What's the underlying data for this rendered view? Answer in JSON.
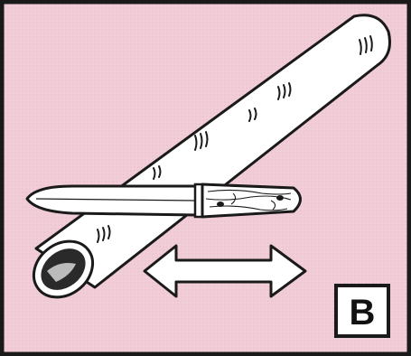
{
  "illustration": {
    "panel_label": "B",
    "colors": {
      "background": "#f1cdd7",
      "border": "#1a1a1a",
      "stick_fill": "#ffffff",
      "wood_handle": "#ffffff",
      "ink": "#1a1a1a"
    },
    "icons": [
      "stick",
      "knife",
      "double-headed-arrow"
    ]
  }
}
